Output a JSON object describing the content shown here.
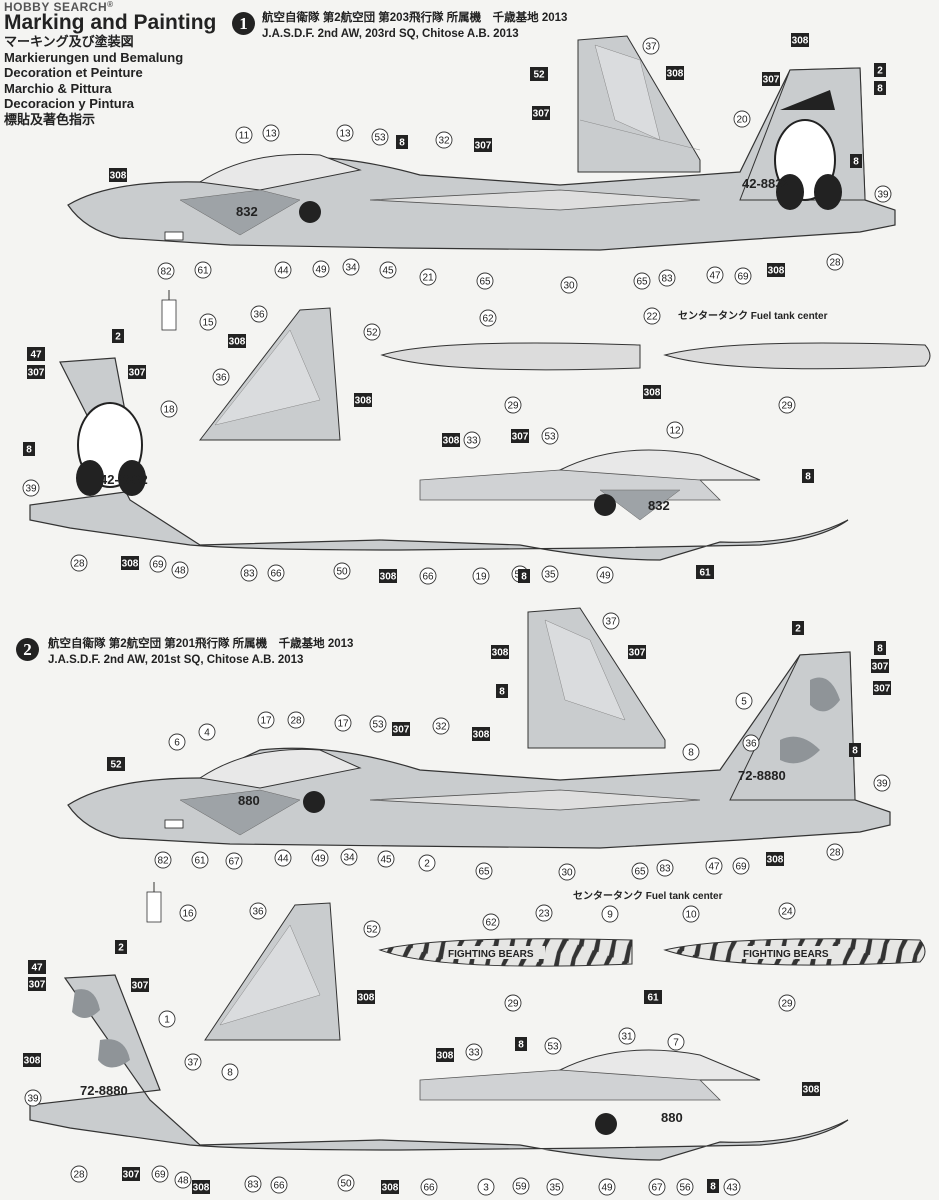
{
  "watermark": "HOBBY SEARCH",
  "watermark_reg": "®",
  "titles": [
    "Marking and Painting",
    "マーキング及び塗装図",
    "Markierungen und Bemalung",
    "Decoration et Peinture",
    "Marchio & Pittura",
    "Decoracion y Pintura",
    "標貼及著色指示"
  ],
  "scheme1": {
    "badge": "1",
    "jp": "航空自衛隊 第2航空団 第203飛行隊 所属機　千歳基地 2013",
    "en": "J.A.S.D.F. 2nd AW, 203rd SQ, Chitose A.B.  2013",
    "nose_number": "832",
    "tail_number": "42-8832",
    "fuel_tank_label": "センタータンク Fuel tank center"
  },
  "scheme2": {
    "badge": "2",
    "jp": "航空自衛隊 第2航空団 第201飛行隊 所属機　千歳基地 2013",
    "en": "J.A.S.D.F. 2nd AW, 201st SQ, Chitose A.B.  2013",
    "nose_number": "880",
    "tail_number": "72-8880",
    "fuel_tank_label": "センタータンク Fuel tank center",
    "tank_text": "FIGHTING BEARS"
  },
  "callouts_circle": [
    "37",
    "11",
    "13",
    "13",
    "53",
    "32",
    "20",
    "39",
    "82",
    "61",
    "44",
    "49",
    "34",
    "45",
    "21",
    "65",
    "30",
    "65",
    "83",
    "47",
    "69",
    "28",
    "15",
    "36",
    "52",
    "62",
    "22",
    "36",
    "18",
    "39",
    "33",
    "53",
    "12",
    "28",
    "69",
    "48",
    "83",
    "66",
    "50",
    "66",
    "19",
    "59",
    "35",
    "49",
    "29",
    "29",
    "37",
    "6",
    "4",
    "17",
    "28",
    "17",
    "53",
    "32",
    "5",
    "36",
    "8",
    "39",
    "82",
    "61",
    "67",
    "44",
    "49",
    "34",
    "45",
    "2",
    "65",
    "30",
    "65",
    "83",
    "47",
    "69",
    "28",
    "16",
    "36",
    "52",
    "62",
    "23",
    "9",
    "10",
    "24",
    "1",
    "37",
    "8",
    "39",
    "33",
    "53",
    "31",
    "7",
    "28",
    "69",
    "48",
    "83",
    "66",
    "50",
    "66",
    "3",
    "59",
    "35",
    "49",
    "67",
    "56",
    "43",
    "29",
    "29"
  ],
  "callouts_square": [
    "308",
    "2",
    "8",
    "307",
    "8",
    "52",
    "308",
    "307",
    "307",
    "308",
    "8",
    "308",
    "2",
    "47",
    "307",
    "307",
    "308",
    "308",
    "8",
    "307",
    "308",
    "8",
    "308",
    "308",
    "8",
    "61",
    "308",
    "2",
    "8",
    "307",
    "307",
    "52",
    "308",
    "307",
    "8",
    "307",
    "308",
    "8",
    "308",
    "2",
    "47",
    "307",
    "307",
    "308",
    "308",
    "308",
    "8",
    "307",
    "308",
    "308",
    "8",
    "61",
    "308"
  ],
  "colors": {
    "background": "#f4f4f2",
    "ink": "#222222",
    "light_gray": "#c9ccce",
    "dark_gray": "#9ea3a7"
  }
}
